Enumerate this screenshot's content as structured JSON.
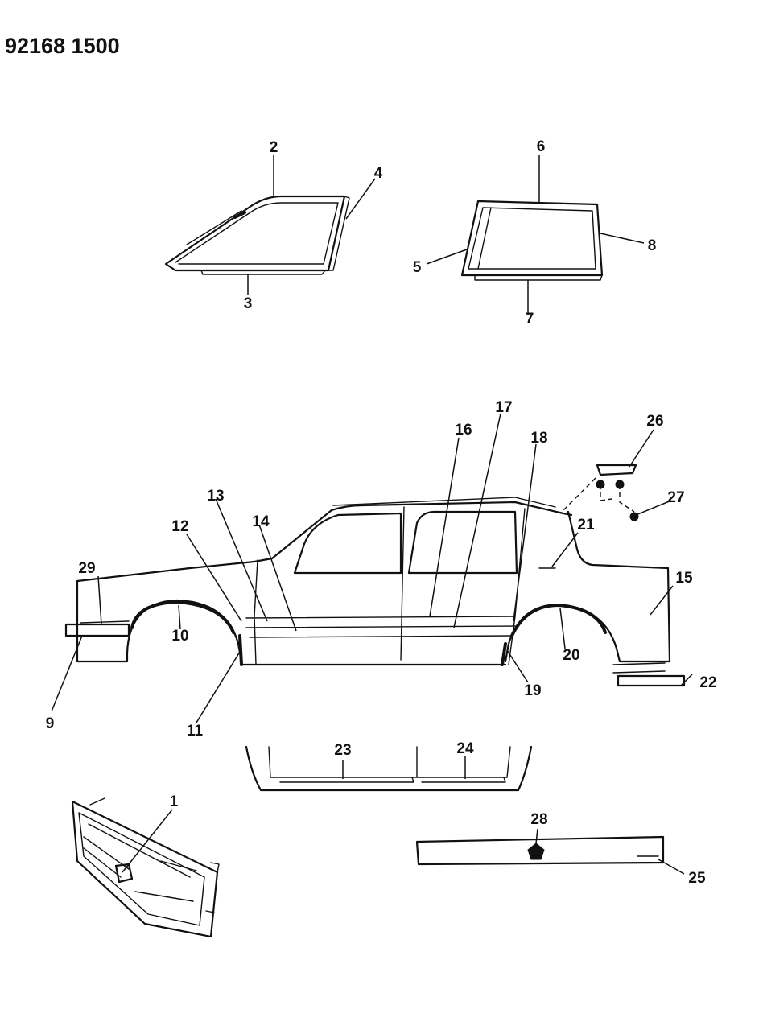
{
  "header": {
    "doc_number": "92168 1500"
  },
  "callouts": {
    "c1": "1",
    "c2": "2",
    "c3": "3",
    "c4": "4",
    "c5": "5",
    "c6": "6",
    "c7": "7",
    "c8": "8",
    "c9": "9",
    "c10": "10",
    "c11": "11",
    "c12": "12",
    "c13": "13",
    "c14": "14",
    "c15": "15",
    "c16": "16",
    "c17": "17",
    "c18": "18",
    "c19": "19",
    "c20": "20",
    "c21": "21",
    "c22": "22",
    "c23": "23",
    "c24": "24",
    "c25": "25",
    "c26": "26",
    "c27": "27",
    "c28": "28",
    "c29": "29"
  }
}
